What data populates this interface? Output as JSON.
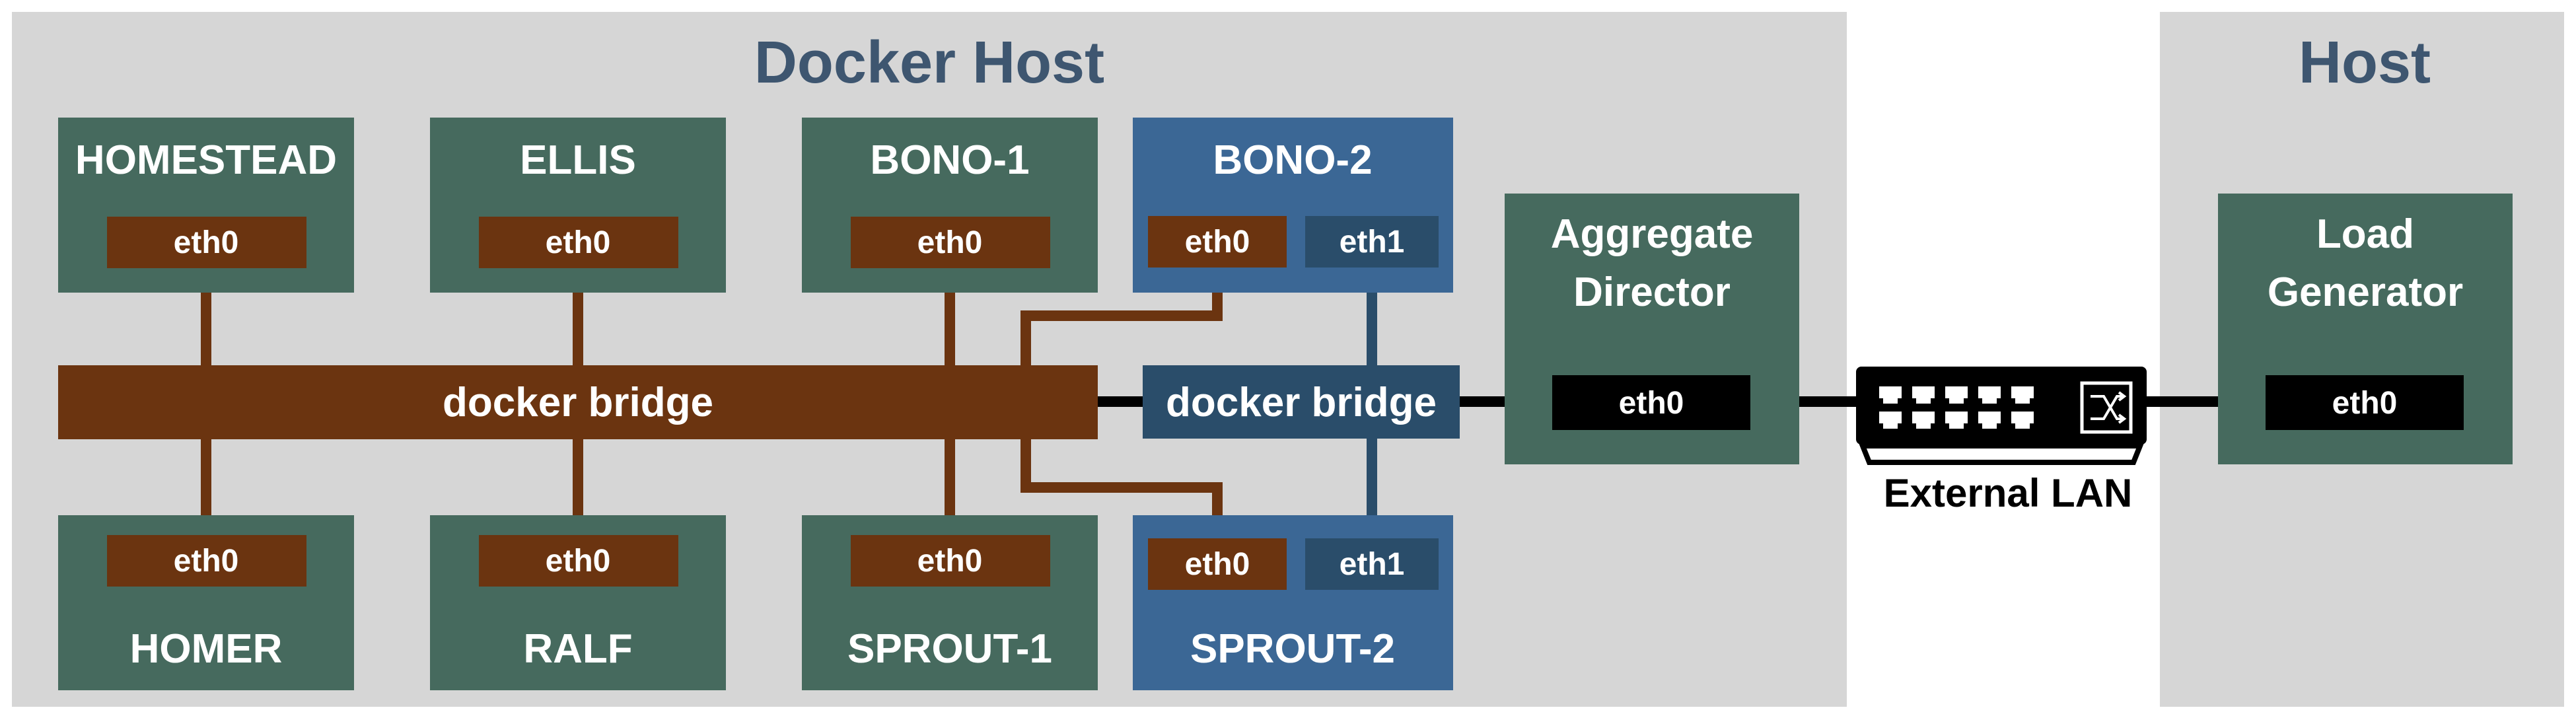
{
  "regions": {
    "docker_host": "Docker Host",
    "host": "Host"
  },
  "containers": {
    "homestead": "HOMESTEAD",
    "ellis": "ELLIS",
    "bono1": "BONO-1",
    "bono2": "BONO-2",
    "homer": "HOMER",
    "ralf": "RALF",
    "sprout1": "SPROUT-1",
    "sprout2": "SPROUT-2",
    "aggregate_director_line1": "Aggregate",
    "aggregate_director_line2": "Director",
    "load_generator_line1": "Load",
    "load_generator_line2": "Generator"
  },
  "ports": {
    "eth0": "eth0",
    "eth1": "eth1"
  },
  "bridges": {
    "main": "docker bridge",
    "secondary": "docker bridge"
  },
  "lan": {
    "label": "External LAN",
    "switch_icon": "switch-icon"
  },
  "colors": {
    "region_bg": "#d6d6d6",
    "green_box": "#466a5e",
    "blue_box": "#3b6795",
    "brown": "#6b3410",
    "dark_blue": "#2a4d6a",
    "title": "#3e5670"
  }
}
